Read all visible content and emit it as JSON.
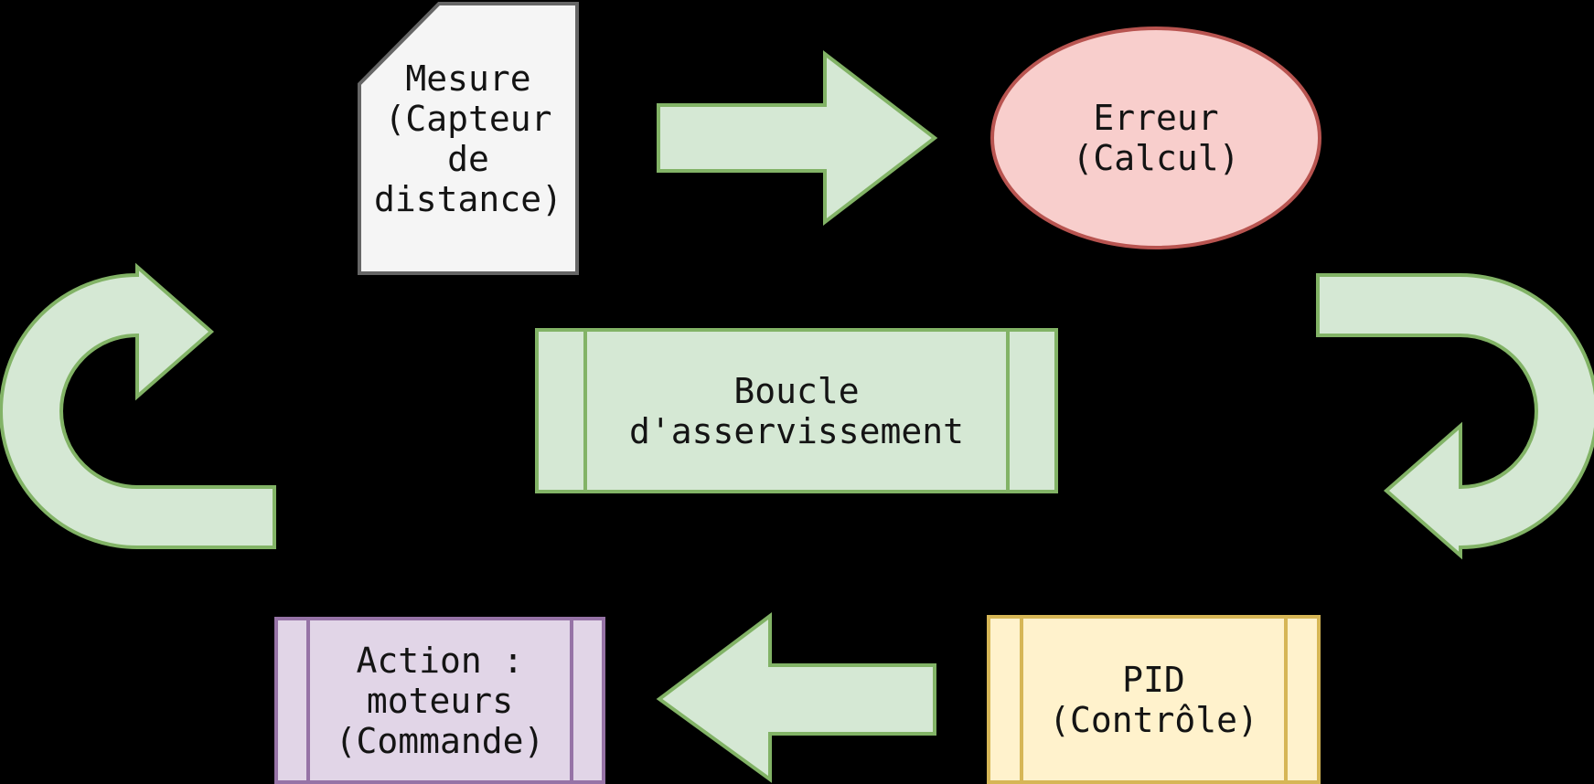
{
  "diagram": {
    "background_color": "#000000",
    "text_color": "#141414",
    "arrow_style": {
      "fill": "#d5e8d4",
      "stroke": "#82b366"
    },
    "nodes": [
      {
        "id": "mesure",
        "shape": "card",
        "label": "Mesure\n(Capteur\nde\ndistance)",
        "fill": "#f5f5f5",
        "stroke": "#666666"
      },
      {
        "id": "erreur",
        "shape": "ellipse",
        "label": "Erreur\n(Calcul)",
        "fill": "#f8cecc",
        "stroke": "#b85450"
      },
      {
        "id": "boucle",
        "shape": "process",
        "label": "Boucle\nd'asservissement",
        "fill": "#d5e8d4",
        "stroke": "#82b366"
      },
      {
        "id": "action",
        "shape": "process",
        "label": "Action :\nmoteurs\n(Commande)",
        "fill": "#e1d5e7",
        "stroke": "#9673a6"
      },
      {
        "id": "pid",
        "shape": "process",
        "label": "PID\n(Contrôle)",
        "fill": "#fff2cc",
        "stroke": "#d6b656"
      }
    ],
    "connections": [
      {
        "from": "mesure",
        "to": "erreur",
        "type": "block-arrow-right"
      },
      {
        "from": "erreur",
        "to": "pid",
        "type": "curved-arrow-down-left"
      },
      {
        "from": "pid",
        "to": "action",
        "type": "block-arrow-left"
      },
      {
        "from": "action",
        "to": "mesure",
        "type": "curved-arrow-up-right"
      }
    ]
  }
}
